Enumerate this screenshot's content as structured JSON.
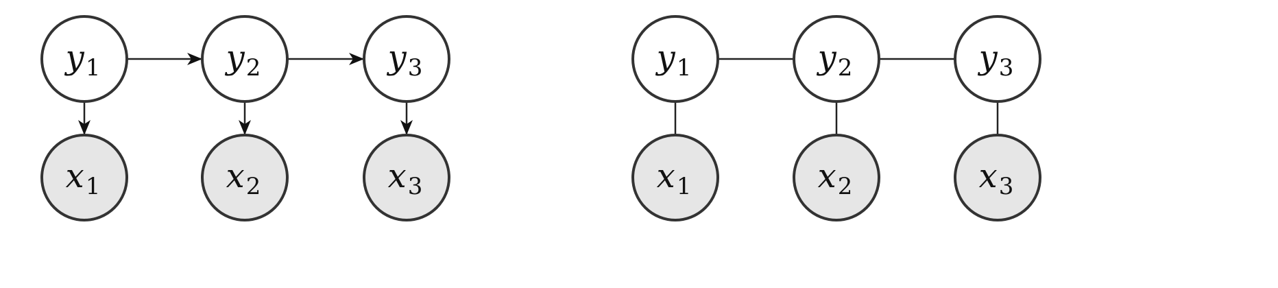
{
  "colors": {
    "hidden_fill": "#ffffff",
    "observed_fill": "#e6e6e6",
    "stroke": "#333333",
    "edge": "#222222"
  },
  "diagrams": [
    {
      "id": "directed",
      "edge_style": "arrow",
      "nodes": [
        {
          "id": "y1",
          "kind": "hidden",
          "base": "y",
          "sub": "1"
        },
        {
          "id": "y2",
          "kind": "hidden",
          "base": "y",
          "sub": "2"
        },
        {
          "id": "y3",
          "kind": "hidden",
          "base": "y",
          "sub": "3"
        },
        {
          "id": "x1",
          "kind": "observed",
          "base": "x",
          "sub": "1"
        },
        {
          "id": "x2",
          "kind": "observed",
          "base": "x",
          "sub": "2"
        },
        {
          "id": "x3",
          "kind": "observed",
          "base": "x",
          "sub": "3"
        }
      ],
      "edges": [
        {
          "from": "y1",
          "to": "y2"
        },
        {
          "from": "y2",
          "to": "y3"
        },
        {
          "from": "y1",
          "to": "x1"
        },
        {
          "from": "y2",
          "to": "x2"
        },
        {
          "from": "y3",
          "to": "x3"
        }
      ]
    },
    {
      "id": "undirected",
      "edge_style": "line",
      "nodes": [
        {
          "id": "y1",
          "kind": "hidden",
          "base": "y",
          "sub": "1"
        },
        {
          "id": "y2",
          "kind": "hidden",
          "base": "y",
          "sub": "2"
        },
        {
          "id": "y3",
          "kind": "hidden",
          "base": "y",
          "sub": "3"
        },
        {
          "id": "x1",
          "kind": "observed",
          "base": "x",
          "sub": "1"
        },
        {
          "id": "x2",
          "kind": "observed",
          "base": "x",
          "sub": "2"
        },
        {
          "id": "x3",
          "kind": "observed",
          "base": "x",
          "sub": "3"
        }
      ],
      "edges": [
        {
          "from": "y1",
          "to": "y2"
        },
        {
          "from": "y2",
          "to": "y3"
        },
        {
          "from": "y1",
          "to": "x1"
        },
        {
          "from": "y2",
          "to": "x2"
        },
        {
          "from": "y3",
          "to": "x3"
        }
      ]
    }
  ]
}
